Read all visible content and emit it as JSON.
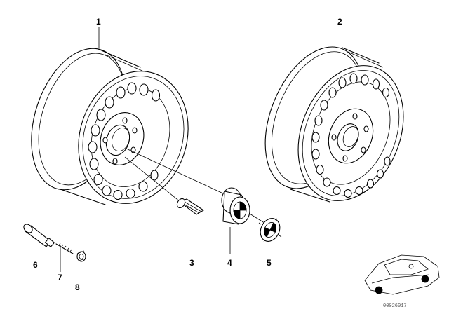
{
  "callouts": {
    "c1": "1",
    "c2": "2",
    "c3": "3",
    "c4": "4",
    "c5": "5",
    "c6": "6",
    "c7": "7",
    "c8": "8"
  },
  "diagram_code": "00026017",
  "colors": {
    "line": "#000000",
    "background": "#ffffff"
  }
}
